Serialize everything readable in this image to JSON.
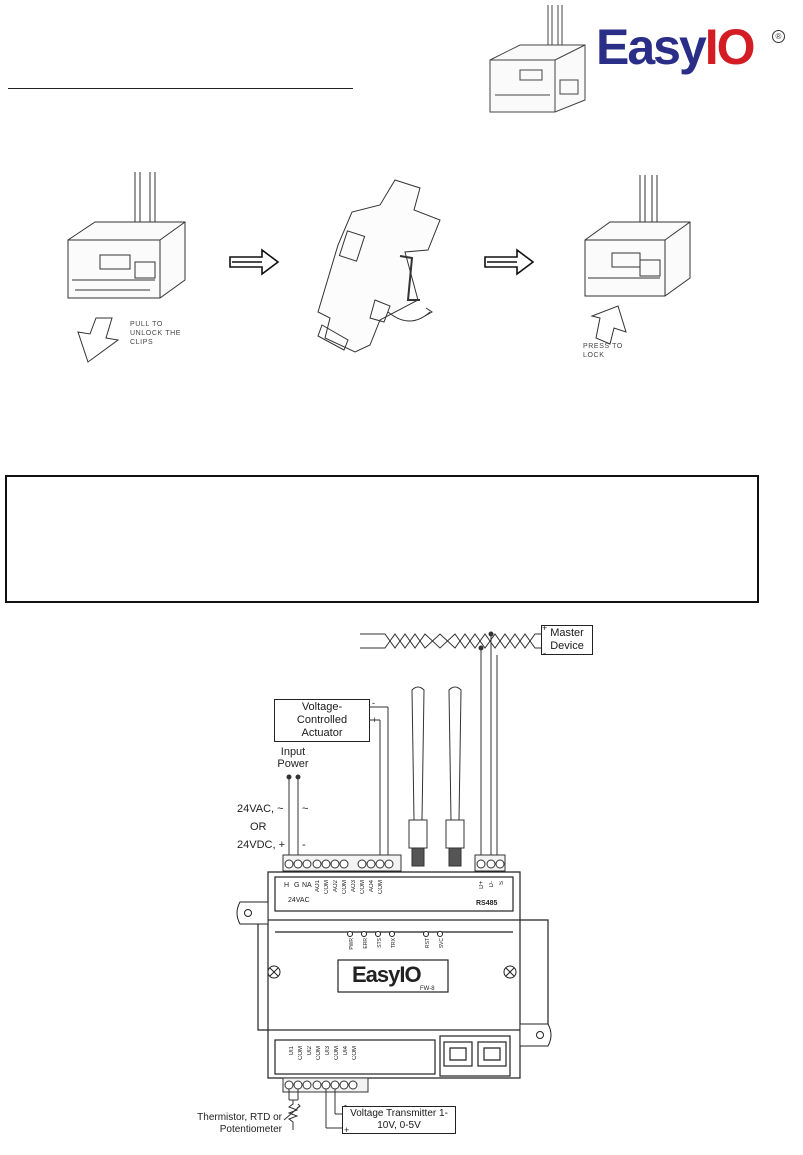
{
  "brand": {
    "logo_text": "EasyIO",
    "logo_part1": "Easy",
    "logo_part2": "IO",
    "registered": "®",
    "colors": {
      "primary": "#2a2e86",
      "accent": "#d41c24"
    }
  },
  "install_steps": {
    "step1_label": "PULL TO UNLOCK THE CLIPS",
    "step3_label": "PRESS TO LOCK"
  },
  "wiring": {
    "master_device": "Master Device",
    "master_plus": "+",
    "master_minus": "-",
    "actuator": "Voltage-Controlled Actuator",
    "actuator_minus": "-",
    "actuator_plus": "+",
    "input_power": "Input Power",
    "ac_label": "24VAC, ~",
    "ac_tilde": "~",
    "or_label": "OR",
    "dc_label": "24VDC, +",
    "dc_minus": "-",
    "terminals_top": [
      "H",
      "G",
      "NA",
      "AO1",
      "COM",
      "AO2",
      "COM",
      "AO3",
      "COM",
      "AO4",
      "COM"
    ],
    "power_label": "24VAC",
    "rs485_terminals": [
      "D+",
      "D-",
      "S"
    ],
    "rs485_label": "RS485",
    "leds": [
      "PWR",
      "ERR",
      "STS",
      "TRX",
      "RST",
      "SVC"
    ],
    "device_logo": "EasyIO",
    "device_model": "FW-8",
    "terminals_bottom": [
      "UI1",
      "COM",
      "UI2",
      "COM",
      "UI3",
      "COM",
      "UI4",
      "COM"
    ],
    "thermistor": "Thermistor, RTD or Potentiometer",
    "transmitter": "Voltage Transmitter 1-10V, 0-5V",
    "transmitter_minus": "-",
    "transmitter_plus": "+"
  }
}
